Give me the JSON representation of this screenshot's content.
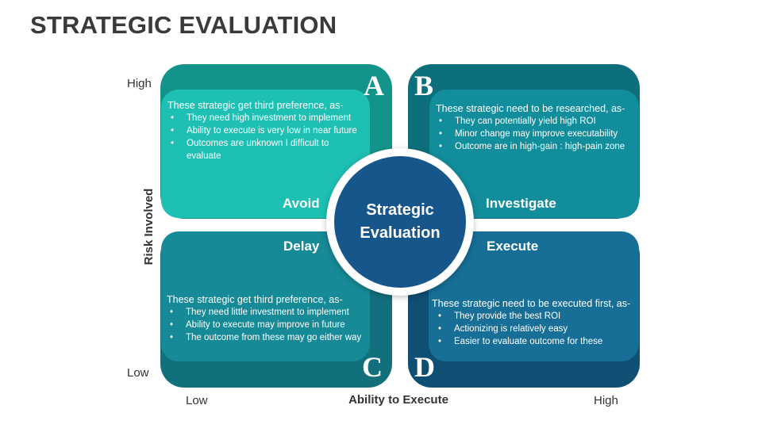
{
  "title": "STRATEGIC EVALUATION",
  "axes": {
    "y_title": "Risk Involved",
    "y_high": "High",
    "y_low": "Low",
    "x_title": "Ability to Execute",
    "x_low": "Low",
    "x_high": "High"
  },
  "center": {
    "text": "Strategic Evaluation"
  },
  "colors": {
    "a_outer": "#13948a",
    "a_inner": "#1ec0b3",
    "b_outer": "#0d6f7b",
    "b_inner": "#128d9b",
    "c_outer": "#12707c",
    "c_inner": "#178a97",
    "d_outer": "#0f4f74",
    "d_inner": "#176f98",
    "center": "#17568b"
  },
  "quadrants": {
    "a": {
      "letter": "A",
      "label": "Avoid",
      "intro": "These strategic get third preference, as-",
      "bullets": [
        "They need high investment to implement",
        "Ability to execute is very low in near future",
        "Outcomes are unknown I difficult to evaluate"
      ]
    },
    "b": {
      "letter": "B",
      "label": "Investigate",
      "intro": "These strategic need to be researched, as-",
      "bullets": [
        "They can potentially yield high ROI",
        "Minor change may improve executability",
        "Outcome are in high-gain : high-pain zone"
      ]
    },
    "c": {
      "letter": "C",
      "label": "Delay",
      "intro": "These strategic get third preference, as-",
      "bullets": [
        "They need little investment to implement",
        "Ability to execute may improve in future",
        "The outcome from these may go either way"
      ]
    },
    "d": {
      "letter": "D",
      "label": "Execute",
      "intro": "These strategic need to be executed first, as-",
      "bullets": [
        "They provide the best ROI",
        "Actionizing is relatively easy",
        "Easier to evaluate outcome for these"
      ]
    }
  }
}
